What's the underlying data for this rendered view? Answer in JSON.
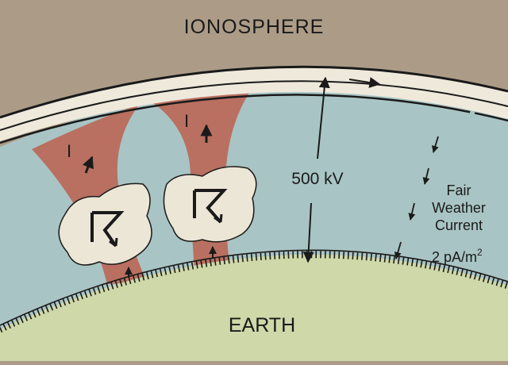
{
  "labels": {
    "ionosphere": "IONOSPHERE",
    "earth": "EARTH",
    "voltage": "500 kV",
    "fair_weather_line1": "Fair",
    "fair_weather_line2": "Weather",
    "fair_weather_line3": "Current",
    "current_density_value": "2 pA/m",
    "current_density_exponent": "2",
    "current_symbol": "I"
  },
  "colors": {
    "ionosphere_background": "#ac9c87",
    "atmosphere_blue": "#a9c4c4",
    "current_column_red": "#b97060",
    "earth_green": "#cfd8a8",
    "cloud_cream": "#ece6d6",
    "band_cream": "#efe9dc",
    "ink": "#1a1a1a"
  },
  "icons": {
    "storm_cloud": "cloud-lightning-icon",
    "current_arrow": "arrow-up-icon",
    "fair_weather_arrow": "arrow-down-icon"
  }
}
